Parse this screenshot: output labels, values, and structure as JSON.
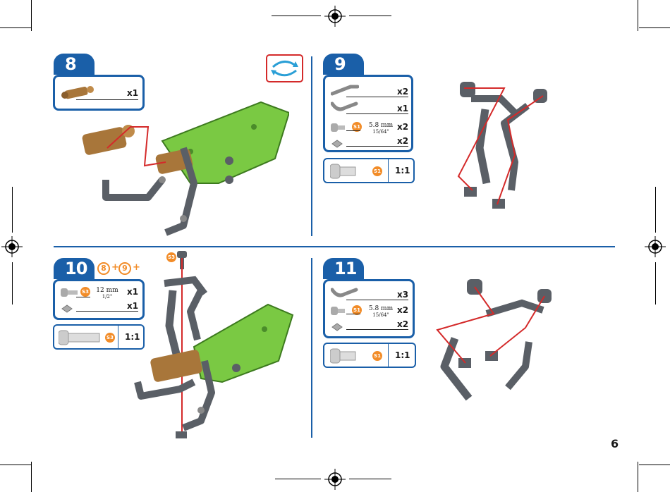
{
  "page_number": "6",
  "steps": {
    "s8": {
      "number": "8",
      "parts": [
        {
          "qty": "x1"
        }
      ],
      "icons": {
        "rotate": "rotate-icon"
      }
    },
    "s9": {
      "number": "9",
      "parts": [
        {
          "qty": "x2"
        },
        {
          "qty": "x1"
        },
        {
          "qty": "x2",
          "code": "S1",
          "mm": "5.8 mm",
          "inch": "15/64\""
        },
        {
          "qty": "x2"
        }
      ],
      "scale": {
        "code": "S1",
        "ratio": "1:1"
      }
    },
    "s10": {
      "number": "10",
      "combine": {
        "a": "8",
        "b": "9",
        "plus": "+"
      },
      "parts": [
        {
          "qty": "x1",
          "code": "S3",
          "mm": "12 mm",
          "inch": "1/2\""
        },
        {
          "qty": "x1"
        }
      ],
      "scale": {
        "code": "S3",
        "ratio": "1:1"
      },
      "bolt_code": "S3"
    },
    "s11": {
      "number": "11",
      "parts": [
        {
          "qty": "x3"
        },
        {
          "qty": "x2",
          "code": "S1",
          "mm": "5.8 mm",
          "inch": "15/64\""
        },
        {
          "qty": "x2"
        }
      ],
      "scale": {
        "code": "S1",
        "ratio": "1:1"
      }
    }
  },
  "colors": {
    "accent": "#1a5fa8",
    "code": "#f28c28",
    "green_part": "#7ac943",
    "bronze_part": "#a8763a",
    "metal": "#5a5f66",
    "guide": "#d42a2a"
  }
}
